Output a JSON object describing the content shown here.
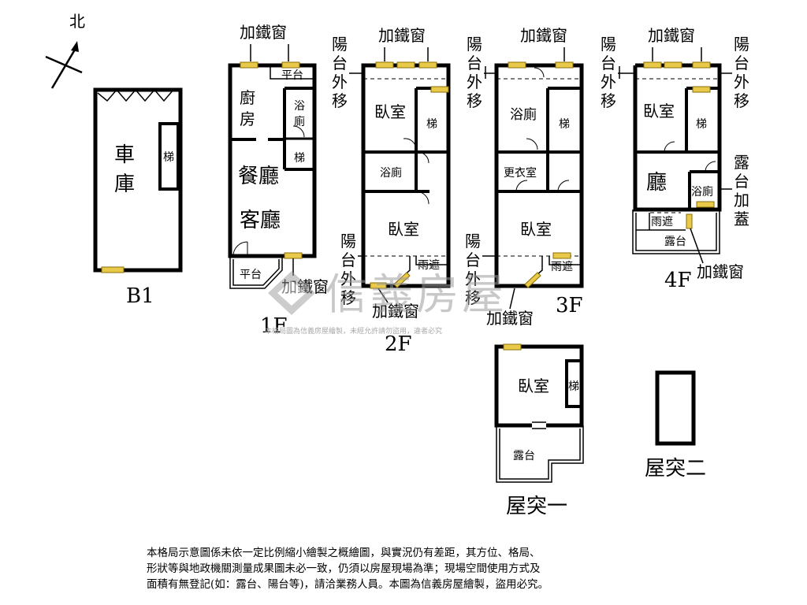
{
  "compass": {
    "north": "北"
  },
  "floors": {
    "b1": {
      "label": "B1",
      "rooms": {
        "garage_1": "車",
        "garage_2": "庫",
        "stair": "梯"
      }
    },
    "f1": {
      "label": "1F",
      "rooms": {
        "kitchen_1": "廚",
        "kitchen_2": "房",
        "bath_1": "浴",
        "bath_2": "廁",
        "stair": "梯",
        "dining": "餐廳",
        "living": "客廳",
        "platform_top": "平台",
        "platform_bottom": "平台"
      }
    },
    "f2": {
      "label": "2F",
      "rooms": {
        "bedroom_top": "臥室",
        "stair": "梯",
        "bath": "浴廁",
        "bedroom_bottom": "臥室",
        "canopy": "雨遮"
      }
    },
    "f3": {
      "label": "3F",
      "rooms": {
        "bath": "浴廁",
        "stair": "梯",
        "closet": "更衣室",
        "bedroom": "臥室",
        "canopy": "雨遮"
      }
    },
    "f4": {
      "label": "4F",
      "rooms": {
        "bedroom": "臥室",
        "stair": "梯",
        "hall": "廳",
        "bath": "浴廁",
        "canopy": "雨遮",
        "terrace": "露台"
      }
    },
    "roof1": {
      "label": "屋突一",
      "rooms": {
        "bedroom": "臥室",
        "stair": "梯",
        "terrace": "露台"
      }
    },
    "roof2": {
      "label": "屋突二"
    }
  },
  "annotations": {
    "iron_window": "加鐵窗",
    "balcony_shift": [
      "陽",
      "台",
      "外",
      "移"
    ],
    "terrace_cover": [
      "露",
      "台",
      "加",
      "蓋"
    ]
  },
  "watermark": {
    "brand": "信義房屋",
    "notice": "本格局圖為信義房屋繪製，未經允許請勿盜用，違者必究"
  },
  "disclaimer": [
    "本格局示意圖係未依一定比例縮小繪製之概繪圖，與實況仍有差距，其方位、格局、",
    "形狀等與地政機關測量成果圖未必一致，仍須以房屋現場為準；現場空間使用方式及",
    "面積有無登記(如：露台、陽台等)，請洽業務人員。本圖為信義房屋繪製，盜用必究。"
  ],
  "colors": {
    "window": "#e8c94a",
    "wall": "#000000",
    "watermark": "#9a9a9a"
  }
}
